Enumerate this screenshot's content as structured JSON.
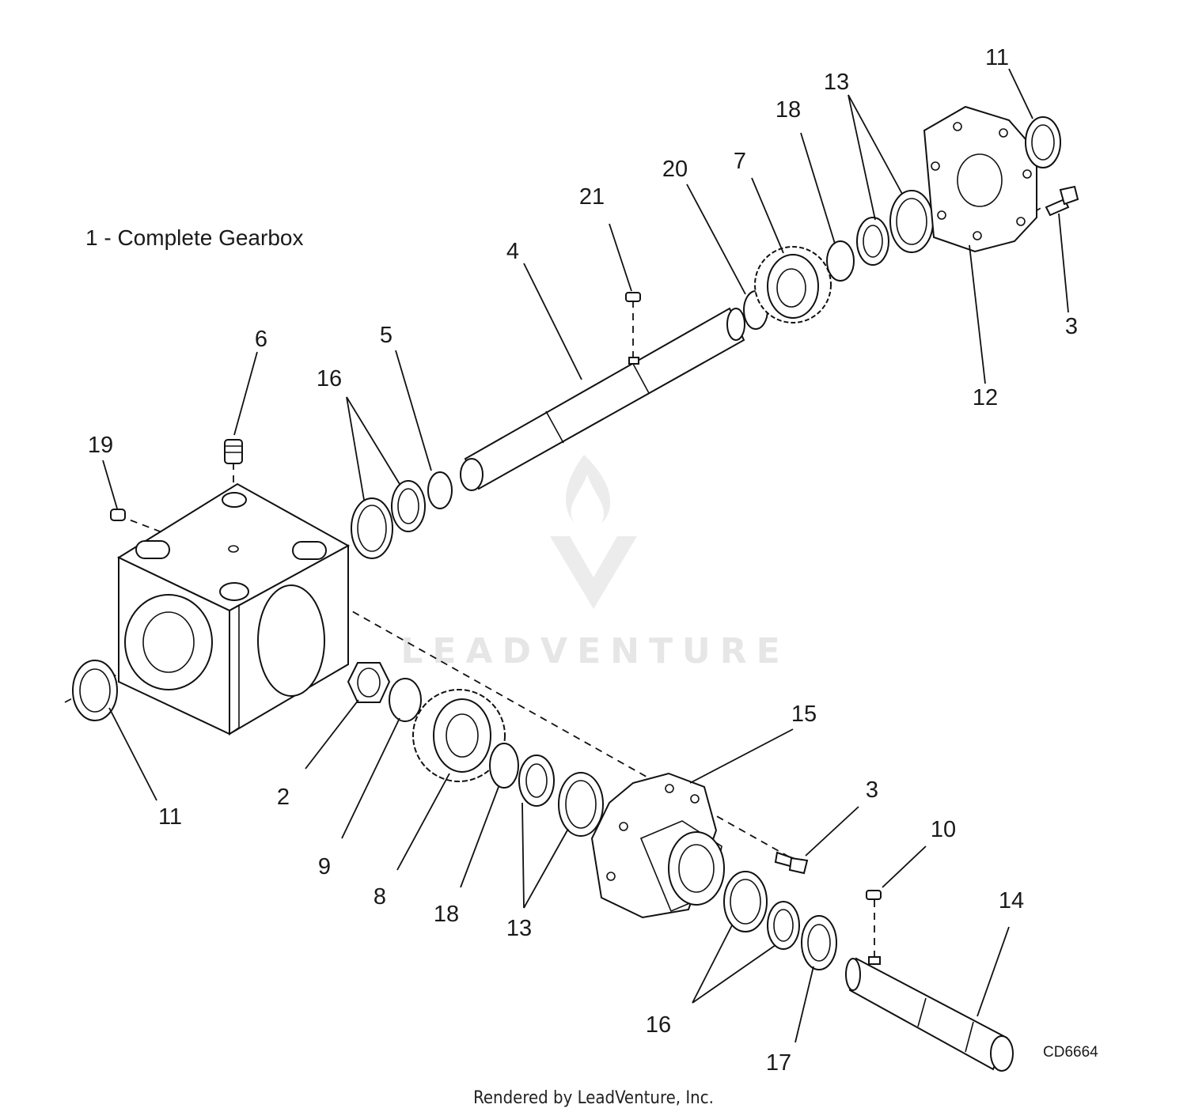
{
  "legend": "1 - Complete Gearbox",
  "drawing_code": "CD6664",
  "footer": "Rendered by LeadVenture, Inc.",
  "watermark": "LEADVENTURE",
  "callouts": [
    {
      "id": "c11a",
      "label": "11"
    },
    {
      "id": "c13a",
      "label": "13"
    },
    {
      "id": "c18a",
      "label": "18"
    },
    {
      "id": "c20",
      "label": "20"
    },
    {
      "id": "c7",
      "label": "7"
    },
    {
      "id": "c21",
      "label": "21"
    },
    {
      "id": "c4",
      "label": "4"
    },
    {
      "id": "c3a",
      "label": "3"
    },
    {
      "id": "c12",
      "label": "12"
    },
    {
      "id": "c6",
      "label": "6"
    },
    {
      "id": "c5",
      "label": "5"
    },
    {
      "id": "c16a",
      "label": "16"
    },
    {
      "id": "c19",
      "label": "19"
    },
    {
      "id": "c15",
      "label": "15"
    },
    {
      "id": "c3b",
      "label": "3"
    },
    {
      "id": "c10",
      "label": "10"
    },
    {
      "id": "c14",
      "label": "14"
    },
    {
      "id": "c11b",
      "label": "11"
    },
    {
      "id": "c2",
      "label": "2"
    },
    {
      "id": "c9",
      "label": "9"
    },
    {
      "id": "c8",
      "label": "8"
    },
    {
      "id": "c18b",
      "label": "18"
    },
    {
      "id": "c13b",
      "label": "13"
    },
    {
      "id": "c16b",
      "label": "16"
    },
    {
      "id": "c17",
      "label": "17"
    }
  ]
}
